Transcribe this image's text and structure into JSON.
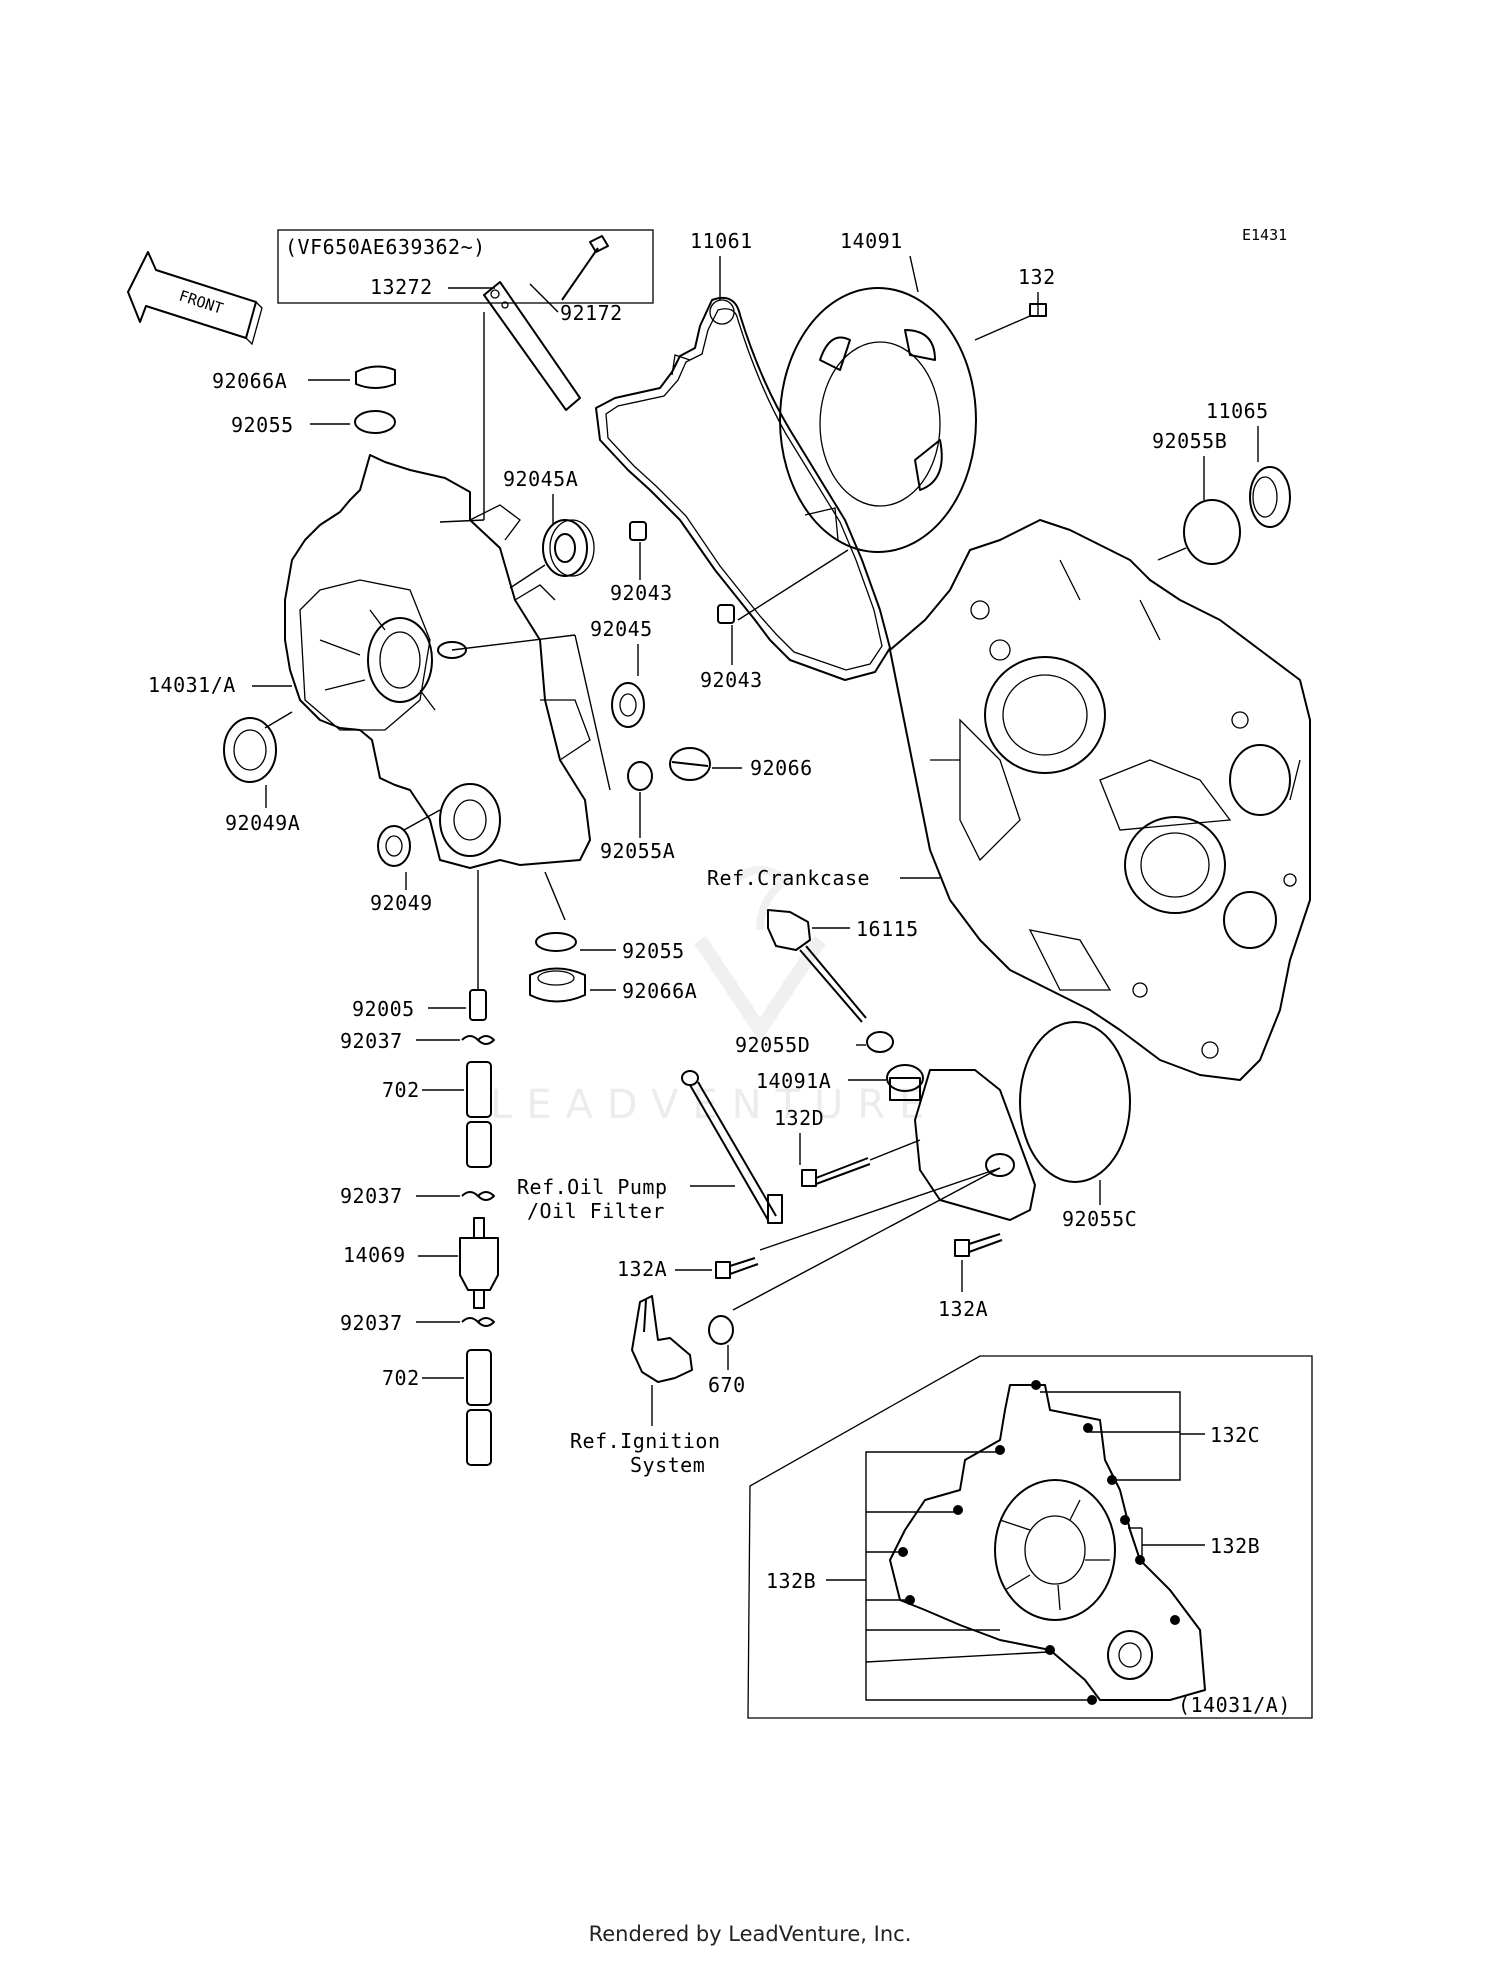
{
  "diagram_code": "E1431",
  "serial_note": "(VF650AE639362~)",
  "front_label": "FRONT",
  "watermark": "LEADVENTURE",
  "footer": "Rendered by LeadVenture, Inc.",
  "inset_label": "(14031/A)",
  "labels": {
    "p13272": "13272",
    "p92172": "92172",
    "p92066A": "92066A",
    "p92055_top": "92055",
    "p92045A": "92045A",
    "p14031A": "14031/A",
    "p92049A": "92049A",
    "p92049": "92049",
    "p92045": "92045",
    "p92055A": "92055A",
    "p92055_mid": "92055",
    "p92066A_mid": "92066A",
    "p92005": "92005",
    "p92037_1": "92037",
    "p702_1": "702",
    "p92037_2": "92037",
    "p14069": "14069",
    "p92037_3": "92037",
    "p702_2": "702",
    "p11061": "11061",
    "p14091": "14091",
    "p132": "132",
    "p92043_1": "92043",
    "p92043_2": "92043",
    "p92066": "92066",
    "p11065": "11065",
    "p92055B": "92055B",
    "p_ref_crankcase": "Ref.Crankcase",
    "p16115": "16115",
    "p92055D": "92055D",
    "p14091A": "14091A",
    "p132D": "132D",
    "p_ref_oilpump_1": "Ref.Oil Pump",
    "p_ref_oilpump_2": "/Oil Filter",
    "p132A_left": "132A",
    "p132A_right": "132A",
    "p92055C": "92055C",
    "p670": "670",
    "p_ref_ignition_1": "Ref.Ignition",
    "p_ref_ignition_2": "System",
    "p132C": "132C",
    "p132B_right": "132B",
    "p132B_left": "132B"
  }
}
